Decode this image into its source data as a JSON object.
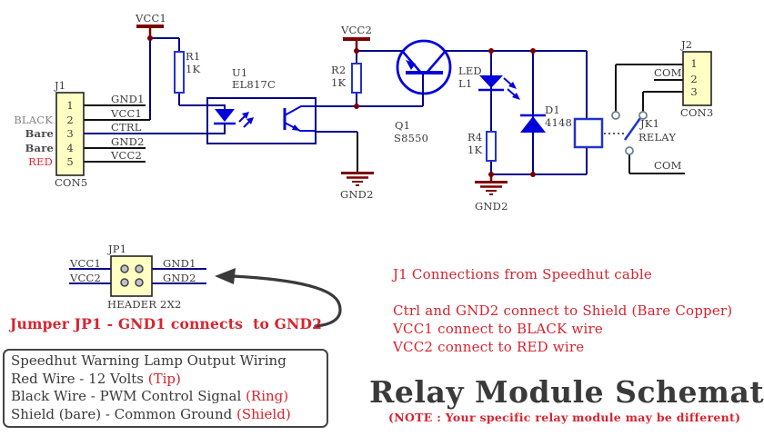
{
  "colors": {
    "wire_navy": "#00008B",
    "component_blue": "#0000DD",
    "power_dark_red": "#7B0000",
    "connector_yellow": "#FFFFC4",
    "note_red": "#D8232E",
    "text_dark": "#3B3B3B"
  },
  "schematic": {
    "vcc1_label": "VCC1",
    "vcc2_label": "VCC2",
    "gnd2_left_label": "GND2",
    "gnd2_right_label": "GND2",
    "j1": {
      "ref": "J1",
      "type": "CON5",
      "pins": [
        "1",
        "2",
        "3",
        "4",
        "5"
      ],
      "pin_names": [
        "GND1",
        "VCC1",
        "CTRL",
        "GND2",
        "VCC2"
      ],
      "wire_black": "BLACK",
      "wire_bare1": "Bare",
      "wire_bare2": "Bare",
      "wire_red": "RED"
    },
    "r1": {
      "ref": "R1",
      "value": "1K"
    },
    "r2": {
      "ref": "R2",
      "value": "1K"
    },
    "r4": {
      "ref": "R4",
      "value": "1K"
    },
    "u1": {
      "ref": "U1",
      "part": "EL817C"
    },
    "q1": {
      "ref": "Q1",
      "part": "S8550"
    },
    "led": {
      "ref": "LED",
      "name": "L1"
    },
    "d1": {
      "ref": "D1",
      "part": "4148"
    },
    "relay": {
      "ref": "JK1",
      "label": "RELAY",
      "com_top": "COM",
      "com_bottom": "COM"
    },
    "j2": {
      "ref": "J2",
      "type": "CON3",
      "pins": [
        "1",
        "2",
        "3"
      ]
    },
    "jp1": {
      "ref": "JP1",
      "type": "HEADER 2X2",
      "vcc1": "VCC1",
      "vcc2": "VCC2",
      "gnd1": "GND1",
      "gnd2": "GND2"
    }
  },
  "notes": {
    "jumper": "Jumper JP1 - GND1 connects  to GND2",
    "j1_note": "J1 Connections from Speedhut cable",
    "conn1": "Ctrl and GND2 connect to Shield (Bare Copper)",
    "conn2": "VCC1 connect to BLACK wire",
    "conn3": "VCC2 connect to RED wire",
    "box_title": "Speedhut Warning Lamp Output Wiring",
    "box_line1": "Red Wire - 12 Volts ",
    "box_line1_suffix": "(Tip)",
    "box_line2": "Black Wire - PWM Control Signal ",
    "box_line2_suffix": "(Ring)",
    "box_line3": "Shield (bare) - Common Ground ",
    "box_line3_suffix": "(Shield)",
    "title": "Relay Module Schematic",
    "subtitle": "(NOTE : Your specific relay module may be different)"
  }
}
